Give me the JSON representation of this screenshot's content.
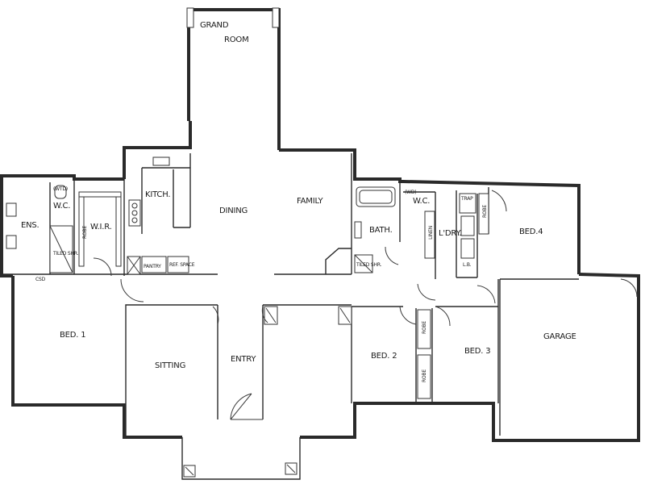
{
  "rooms": {
    "grand_room_1": "GRAND",
    "grand_room_2": "ROOM",
    "dining": "DINING",
    "family": "FAMILY",
    "kitchen": "KITCH.",
    "ensuite": "ENS.",
    "wc_1": "W.C.",
    "wir": "W.I.R.",
    "bath": "BATH.",
    "wc_2": "W.C.",
    "laundry": "L'DRY.",
    "bed_4": "BED.4",
    "bed_1": "BED. 1",
    "sitting": "SITTING",
    "entry": "ENTRY",
    "bed_2": "BED. 2",
    "bed_3": "BED. 3",
    "garage": "GARAGE"
  },
  "fixtures": {
    "pantry": "PANTRY",
    "ref_space": "REF. SPACE",
    "tiled_shr": "TILED SHR.",
    "tiled_shr_2": "TILED SHR.",
    "linen": "LINEN",
    "robe_1": "ROBE",
    "robe_2": "ROBE",
    "robe_3": "ROBE",
    "robe_4": "ROBE",
    "wm_1": "(WTD)",
    "wm_2": "(WD)",
    "trap": "TRAP",
    "lb": "L.B.",
    "csd": "CSD"
  }
}
